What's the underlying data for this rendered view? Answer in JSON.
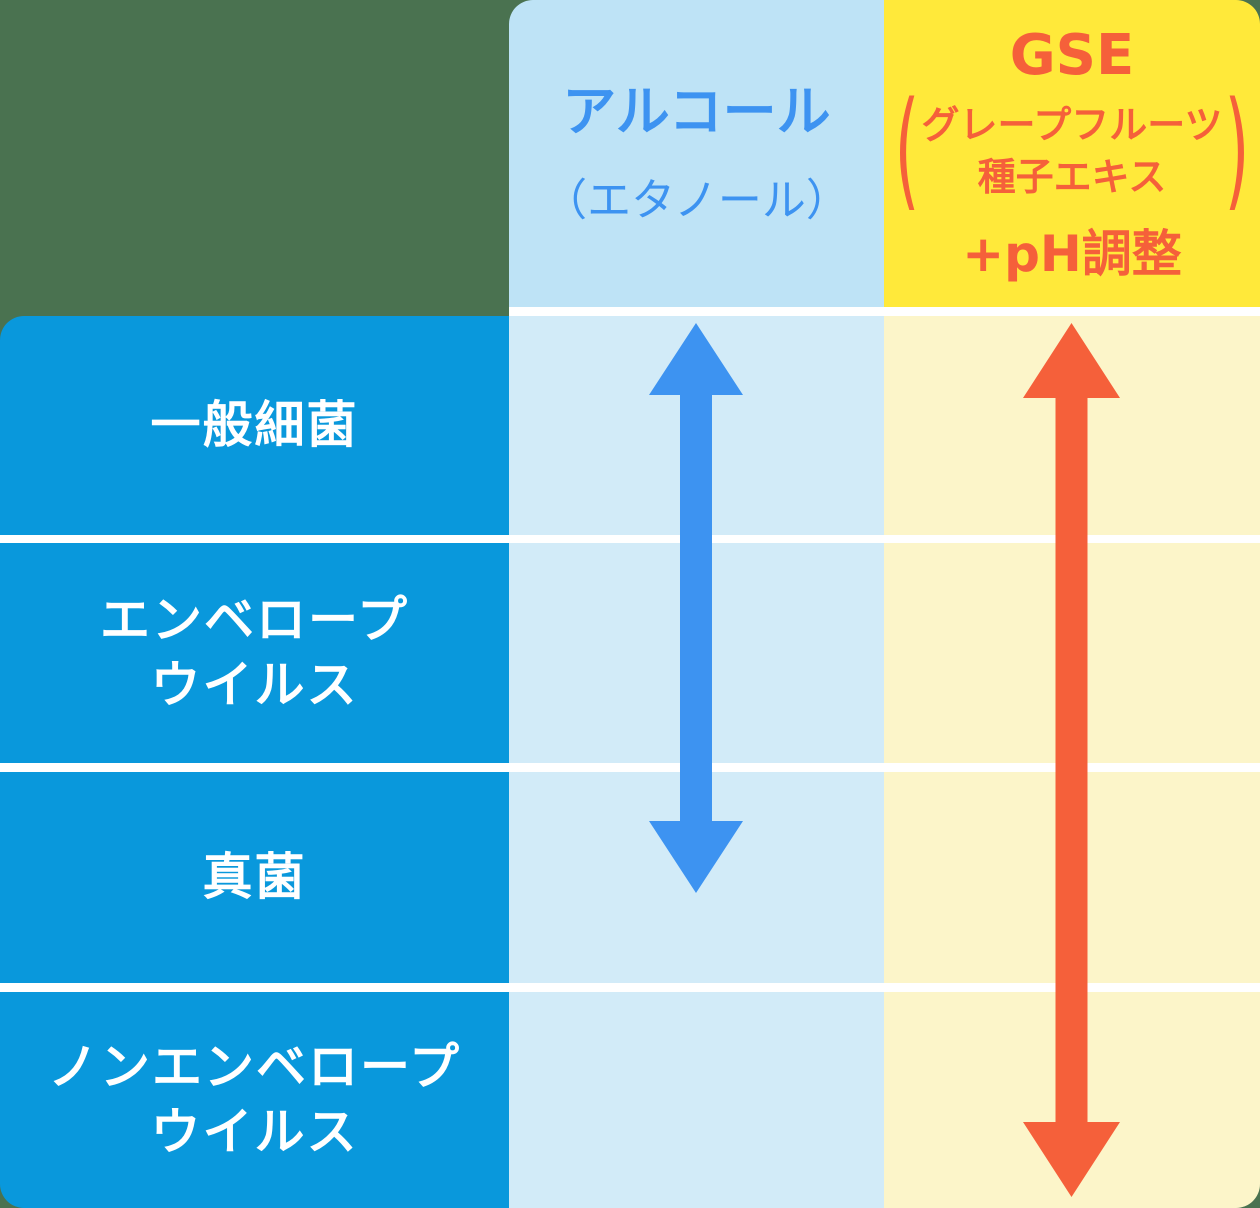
{
  "columns": {
    "alcohol": {
      "title": "アルコール",
      "subtitle": "（エタノール）",
      "header_bg": "#BEE3F6",
      "body_bg": "#D2EBF8",
      "accent": "#3D93F1"
    },
    "gse": {
      "title": "GSE",
      "paren_open": "(",
      "subtitle_line1": "グレープフルーツ",
      "subtitle_line2": "種子エキス",
      "paren_close": ")",
      "suffix": "+pH調整",
      "header_bg": "#FFE93A",
      "body_bg": "#FCF5C9",
      "accent": "#F5603A"
    }
  },
  "rows": [
    {
      "lines": [
        "一般細菌"
      ]
    },
    {
      "lines": [
        "エンベロープ",
        "ウイルス"
      ]
    },
    {
      "lines": [
        "真菌"
      ]
    },
    {
      "lines": [
        "ノンエンベロープ",
        "ウイルス"
      ]
    }
  ],
  "coverage": {
    "alcohol_arrow_rows": [
      "一般細菌",
      "エンベロープウイルス",
      "真菌"
    ],
    "gse_arrow_rows": [
      "一般細菌",
      "エンベロープウイルス",
      "真菌",
      "ノンエンベロープウイルス"
    ]
  },
  "colors": {
    "page_bg": "#4A7250",
    "row_label_bg": "#0998DC",
    "row_label_text": "#FFFFFF",
    "divider": "#FFFFFF",
    "alcohol_arrow": "#3D93F1",
    "gse_arrow": "#F5603A"
  }
}
